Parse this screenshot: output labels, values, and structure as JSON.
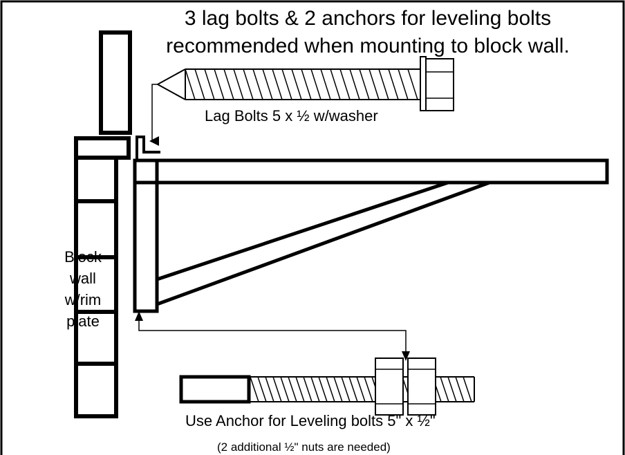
{
  "annotations": {
    "title_line1": "3 lag bolts & 2 anchors for leveling bolts",
    "title_line2": "recommended when mounting to block wall.",
    "lag_bolt_label": "Lag Bolts 5 x ½ w/washer",
    "block_wall_lines": [
      "Block",
      "wall",
      "w/rim",
      "plate"
    ],
    "anchor_label": "Use Anchor for Leveling bolts 5\" x ½\"",
    "nuts_note": "(2 additional ½\" nuts are needed)"
  },
  "colors": {
    "stroke": "#000000",
    "background": "#ffffff"
  }
}
